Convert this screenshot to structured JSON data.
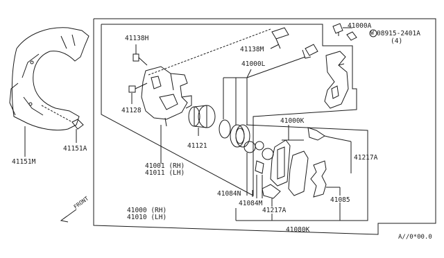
{
  "diagram": {
    "line_color": "#1a1a1a",
    "background": "#ffffff",
    "labels": {
      "p41000A": "41000A",
      "p08915_line1": "08915-2401A",
      "p08915_line2": "(4)",
      "p41138H": "41138H",
      "p41138M": "41138M",
      "p41000L": "41000L",
      "p41128": "41128",
      "p41121": "41121",
      "p41000K": "41000K",
      "p41217A_right": "41217A",
      "p41001": "41001 (RH)",
      "p41011": "41011 (LH)",
      "p41084N": "41084N",
      "p41084M": "41084M",
      "p41217A_bottom": "41217A",
      "p41085": "41085",
      "p41080K": "41080K",
      "p41000": "41000 (RH)",
      "p41010": "41010 (LH)",
      "p41151M": "41151M",
      "p41151A": "41151A",
      "front": "FRONT",
      "ref_code": "A//0*00.0",
      "washer_symbol": "W"
    }
  }
}
